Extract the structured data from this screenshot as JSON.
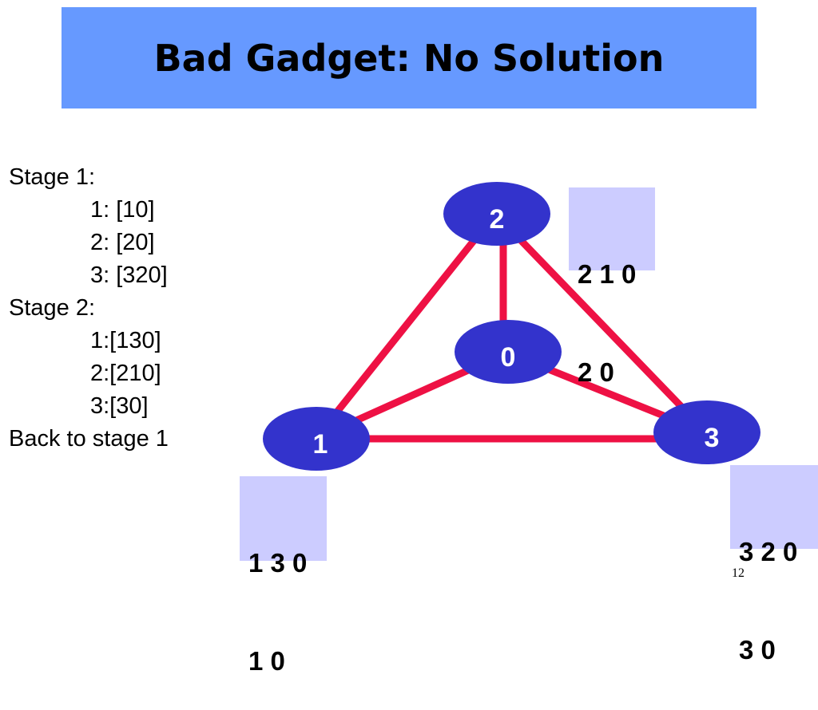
{
  "slide": {
    "title": "Bad Gadget: No Solution",
    "page_number": "12"
  },
  "stages": [
    "Stage 1:",
    "1: [10]",
    "2: [20]",
    "3: [320]",
    "Stage 2:",
    "1:[130]",
    "2:[210]",
    "3:[30]",
    "Back to stage 1"
  ],
  "nodes": [
    {
      "label": "2"
    },
    {
      "label": "0"
    },
    {
      "label": "1"
    },
    {
      "label": "3"
    }
  ],
  "preferences": {
    "node2": [
      "2 1 0",
      "2 0"
    ],
    "node1": [
      "1 3 0",
      "1 0"
    ],
    "node3": [
      "3 2 0",
      "3 0"
    ]
  },
  "colors": {
    "title_bar": "#6699ff",
    "node_fill": "#3333cc",
    "edge": "#ee1144",
    "pref_box": "#ccccff"
  }
}
